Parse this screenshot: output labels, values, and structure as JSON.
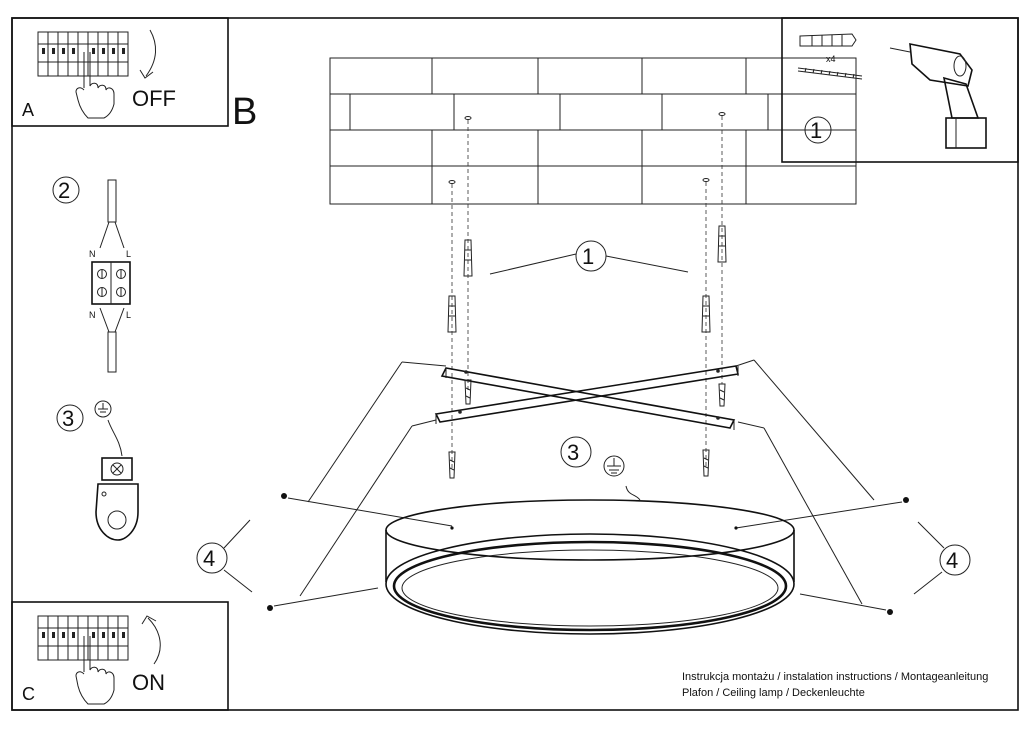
{
  "panels": {
    "a": {
      "letter": "A",
      "action": "OFF"
    },
    "b": {
      "letter": "B"
    },
    "c": {
      "letter": "C",
      "action": "ON"
    }
  },
  "wiring": {
    "step": "2",
    "neutral": "N",
    "live": "L"
  },
  "earth": {
    "step": "3"
  },
  "kit": {
    "step": "1",
    "quantity": "x4"
  },
  "callouts": {
    "anchors": "1",
    "earth": "3",
    "screws_left": "4",
    "screws_right": "4"
  },
  "caption": {
    "line1": "Instrukcja montażu / instalation instructions / Montageanleitung",
    "line2": "Plafon / Ceiling lamp / Deckenleuchte"
  }
}
